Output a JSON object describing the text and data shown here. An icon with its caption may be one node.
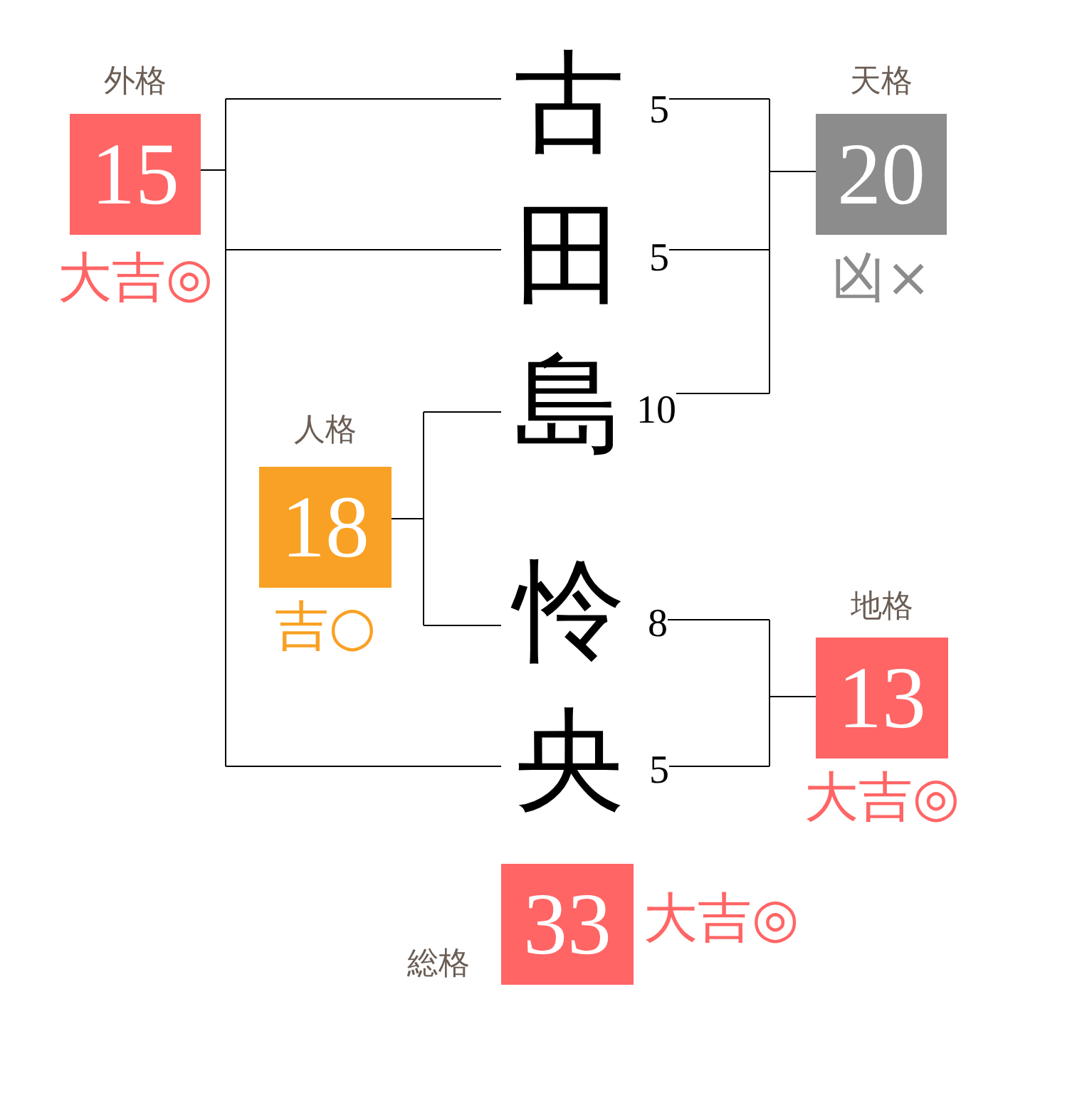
{
  "diagram": {
    "nodes": [
      {
        "text": [
          "古"
        ],
        "beside": [
          "5"
        ]
      },
      {
        "text": [
          "田"
        ],
        "beside": [
          "5"
        ]
      },
      {
        "text": [
          "島"
        ],
        "beside": [
          "10"
        ]
      },
      {
        "text": [
          "怜"
        ],
        "beside": [
          "8"
        ]
      },
      {
        "text": [
          "央"
        ],
        "beside": [
          "5"
        ]
      },
      {
        "text": [
          "外格",
          "15"
        ],
        "beside": [
          "大吉◎"
        ]
      },
      {
        "text": [
          "天格",
          "20"
        ],
        "beside": [
          "凶×"
        ]
      },
      {
        "text": [
          "人格",
          "18"
        ],
        "beside": [
          "吉○"
        ]
      },
      {
        "text": [
          "地格",
          "13"
        ],
        "beside": [
          "大吉◎"
        ]
      },
      {
        "text": [
          "総格",
          "33"
        ],
        "beside": [
          "大吉◎"
        ]
      }
    ],
    "edges": [
      {
        "from": 0,
        "to": 6,
        "arrow": "none"
      },
      {
        "from": 1,
        "to": 6,
        "arrow": "none"
      },
      {
        "from": 2,
        "to": 6,
        "arrow": "none"
      },
      {
        "from": 0,
        "to": 5,
        "arrow": "none"
      },
      {
        "from": 1,
        "to": 5,
        "arrow": "none"
      },
      {
        "from": 4,
        "to": 5,
        "arrow": "none"
      },
      {
        "from": 2,
        "to": 7,
        "arrow": "none"
      },
      {
        "from": 3,
        "to": 7,
        "arrow": "none"
      },
      {
        "from": 3,
        "to": 8,
        "arrow": "none"
      },
      {
        "from": 4,
        "to": 8,
        "arrow": "none"
      }
    ]
  }
}
